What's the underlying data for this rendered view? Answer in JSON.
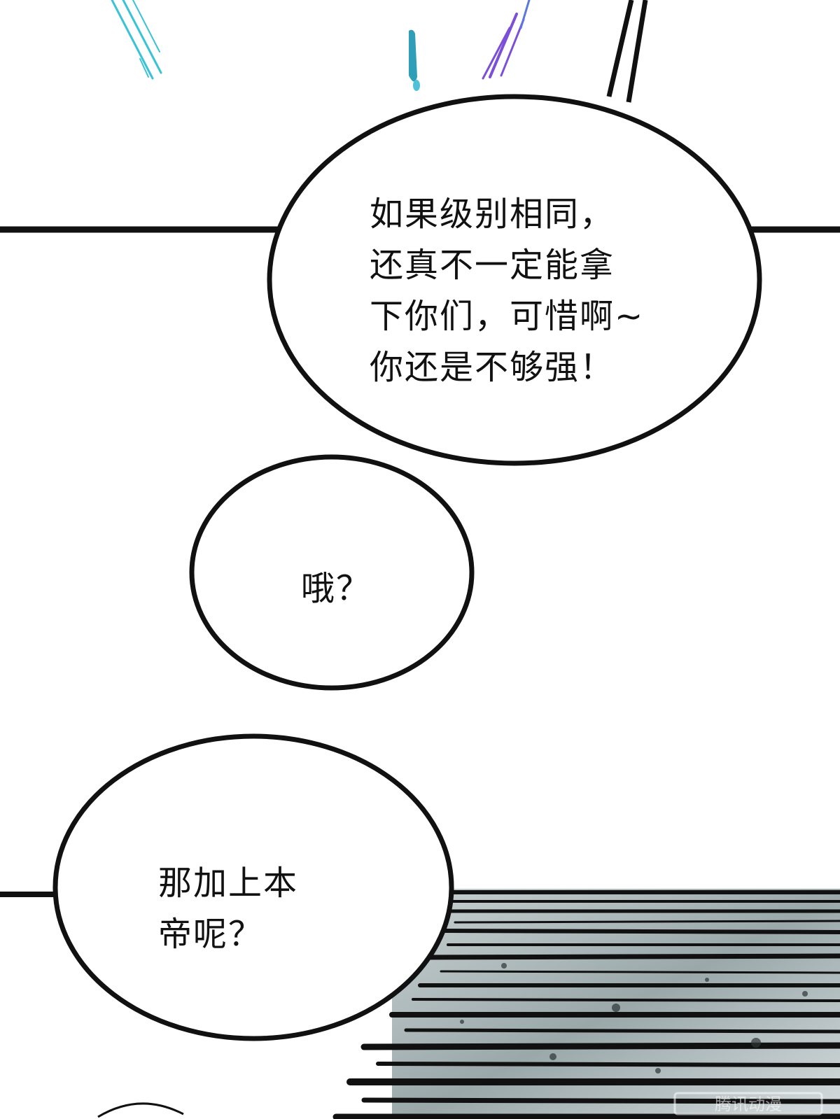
{
  "bubbles": [
    {
      "lines": [
        "如果级别相同，",
        "还真不一定能拿",
        "下你们，可惜啊~",
        "你还是不够强！"
      ]
    },
    {
      "lines": [
        "哦？"
      ]
    },
    {
      "lines": [
        "那加上本",
        "帝呢？"
      ]
    }
  ],
  "watermark": {
    "text": "腾讯动漫"
  },
  "colors": {
    "ink": "#111111",
    "paper": "#ffffff",
    "cyan_streak": "#39c3d6",
    "purple_streak": "#7b4fd8",
    "speed_lines_bg": "#8c9a9c"
  }
}
